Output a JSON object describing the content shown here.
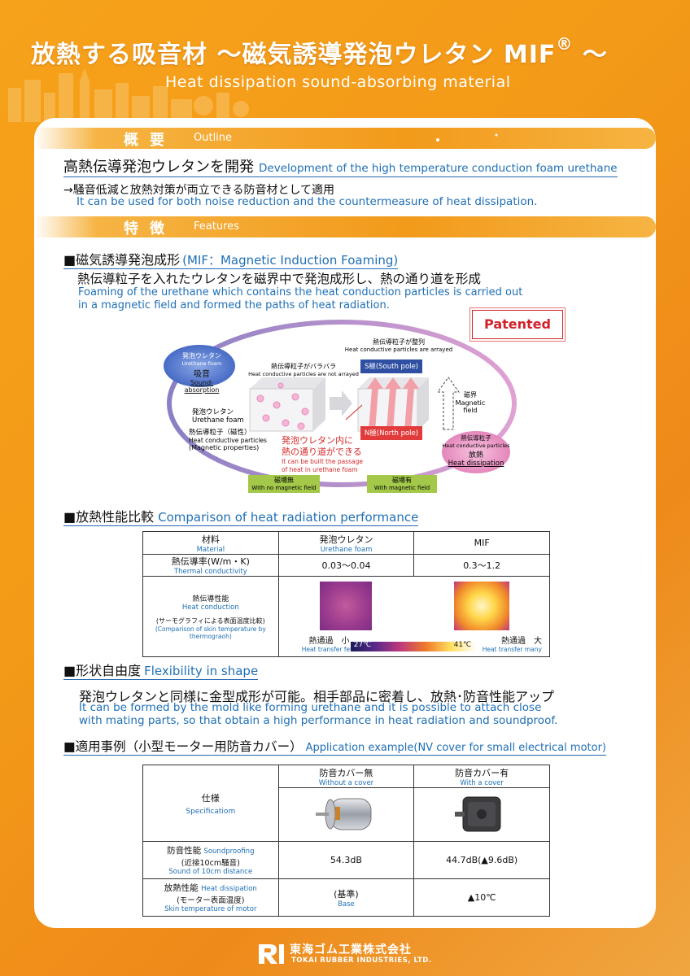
{
  "header": {
    "title_jp": "放熱する吸音材 ～磁気誘導発泡ウレタン MIF",
    "title_mark": "®",
    "title_tail": " ～",
    "title_en": "Heat dissipation sound-absorbing material"
  },
  "outline": {
    "band_jp": "概要",
    "band_en": "Outline",
    "heading_jp": "高熱伝導発泡ウレタンを開発",
    "heading_en": "Development of the high temperature conduction foam urethane",
    "line_jp": "→騒音低減と放熱対策が両立できる防音材として適用",
    "line_en": "It can be used for both noise reduction and the countermeasure of heat dissipation."
  },
  "features": {
    "band_jp": "特徴",
    "band_en": "Features",
    "mif_heading_jp": "■磁気誘導発泡成形",
    "mif_heading_en": "(MIF：Magnetic Induction Foaming)",
    "mif_desc_jp": "熱伝導粒子を入れたウレタンを磁界中で発泡成形し、熱の通り道を形成",
    "mif_desc_en1": "Foaming of the urethane which contains the heat conduction particles is carried out",
    "mif_desc_en2": "in a magnetic field and formed the paths of heat radiation.",
    "patented": "Patented"
  },
  "diagram": {
    "sound_jp1": "発泡ウレタン",
    "sound_en1": "Urethane foam",
    "sound_jp2": "吸音",
    "sound_en2": "Sound-absorption",
    "scattered_jp": "熱伝導粒子がバラバラ",
    "scattered_en": "Heat conductive particles are not arrayed",
    "arrayed_jp": "熱伝導粒子が整列",
    "arrayed_en": "Heat conductive particles are arrayed",
    "south": "S極(South pole)",
    "north": "N極(North pole)",
    "field_jp": "磁界",
    "field_en1": "Magnetic",
    "field_en2": "field",
    "foam_jp": "発泡ウレタン",
    "foam_en": "Urethane foam",
    "particle_jp": "熱伝導粒子（磁性）",
    "particle_en1": "Heat conductive particles",
    "particle_en2": "(Magnetic properties)",
    "path_jp1": "発泡ウレタン内に",
    "path_jp2": "熱の通り道ができる",
    "path_en1": "It can be built the passage",
    "path_en2": "of heat in urethane foam",
    "heat_jp1": "熱伝導粒子",
    "heat_en1": "Heat conductive particles",
    "heat_jp2": "放熱",
    "heat_en2": "Heat dissipation",
    "nofield_jp": "磁場無",
    "nofield_en": "With no magnetic field",
    "withfield_jp": "磁場有",
    "withfield_en": "With magnetic field"
  },
  "comparison": {
    "heading_jp": "■放熱性能比較",
    "heading_en": "Comparison of heat radiation performance",
    "col_material_jp": "材料",
    "col_material_en": "Material",
    "col_foam_jp": "発泡ウレタン",
    "col_foam_en": "Urethane foam",
    "col_mif": "MIF",
    "row_k_jp": "熱伝導率(W/m・K)",
    "row_k_en": "Thermal conductivity",
    "k_foam": "0.03～0.04",
    "k_mif": "0.3～1.2",
    "row_hc_jp": "熱伝導性能",
    "row_hc_en": "Heat conduction",
    "row_hc_jp2": "(サーモグラフィによる表面温度比較)",
    "row_hc_en2": "(Comparison of skin temperature by thermograoh)",
    "low_jp": "熱通過　小",
    "low_en": "Heat transfer few",
    "high_jp": "熱通過　大",
    "high_en": "Heat transfer many",
    "scale_min": "27℃",
    "scale_max": "41℃"
  },
  "flex": {
    "heading_jp": "■形状自由度",
    "heading_en": "Flexibility in shape",
    "desc_jp": "発泡ウレタンと同様に金型成形が可能。相手部品に密着し、放熱･防音性能アップ",
    "desc_en1": "It can be formed by the mold like forming urethane and it is possible to attach close",
    "desc_en2": "with mating parts, so that obtain a high performance in heat radiation and soundproof."
  },
  "application": {
    "heading_jp": "■適用事例（小型モーター用防音カバー）",
    "heading_en": "Application example(NV cover for small electrical motor)",
    "col_without_jp": "防音カバー無",
    "col_without_en": "Without a cover",
    "col_with_jp": "防音カバー有",
    "col_with_en": "With a cover",
    "spec_jp": "仕様",
    "spec_en": "Specificatiom",
    "sound_jp": "防音性能",
    "sound_en": "Soundproofing",
    "sound_jp2": "(近接10cm騒音)",
    "sound_en2": "Sound of 10cm distance",
    "sound_without": "54.3dB",
    "sound_with": "44.7dB(▲9.6dB)",
    "heat_jp": "放熱性能",
    "heat_en": "Heat dissipation",
    "heat_jp2": "(モーター表面温度)",
    "heat_en2": "Skin temperature of motor",
    "heat_without_jp": "(基準)",
    "heat_without_en": "Base",
    "heat_with": "▲10℃"
  },
  "footer": {
    "company_jp": "東海ゴム工業株式会社",
    "company_en": "TOKAI RUBBER INDUSTRIES, LTD."
  },
  "colors": {
    "orange": "#f29a1a",
    "accent_blue": "#1f6fb5",
    "patent_red": "#d4202a",
    "field_green": "#a3c84a"
  }
}
